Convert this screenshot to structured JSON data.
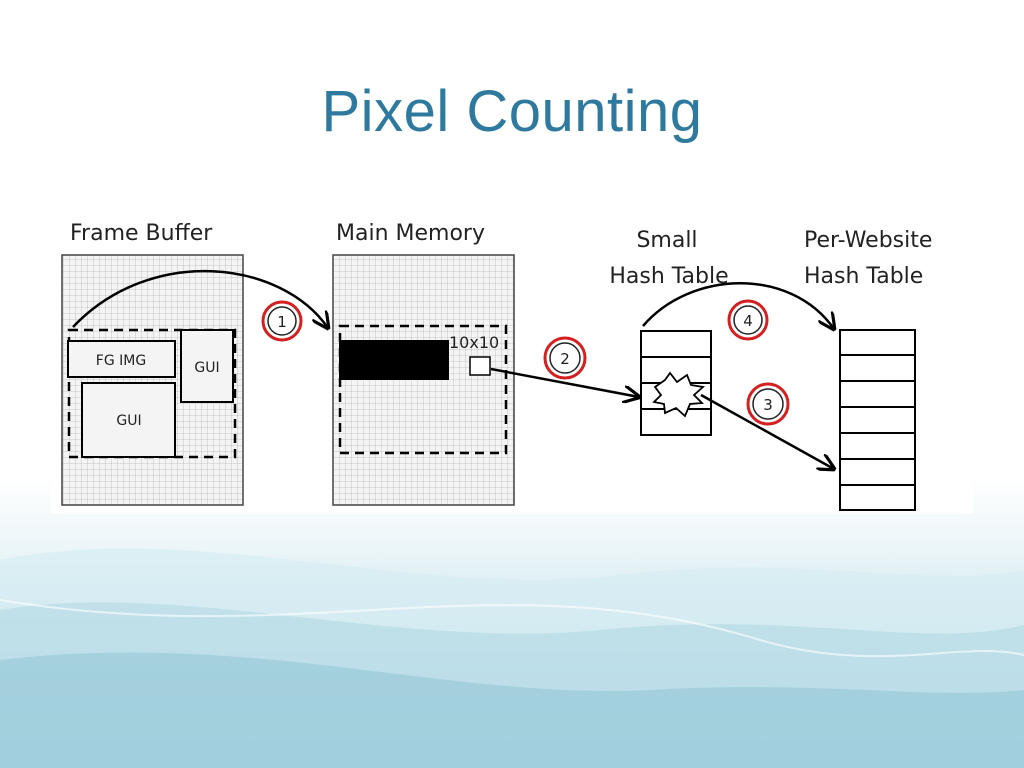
{
  "slide": {
    "title": "Pixel Counting"
  },
  "diagram": {
    "frame_buffer_label": "Frame Buffer",
    "main_memory_label": "Main Memory",
    "small_hash_label_line1": "Small",
    "small_hash_label_line2": "Hash Table",
    "per_website_label_line1": "Per-Website",
    "per_website_label_line2": "Hash Table",
    "fg_img_label": "FG IMG",
    "gui_label_right": "GUI",
    "gui_label_bottom": "GUI",
    "block_size_label": "10x10",
    "step_1": "1",
    "step_2": "2",
    "step_3": "3",
    "step_4": "4"
  },
  "colors": {
    "title": "#2e7a9e",
    "step_ring": "#d42020",
    "grid": "#b8b8b8",
    "panel_fill": "#f4f4f4"
  }
}
